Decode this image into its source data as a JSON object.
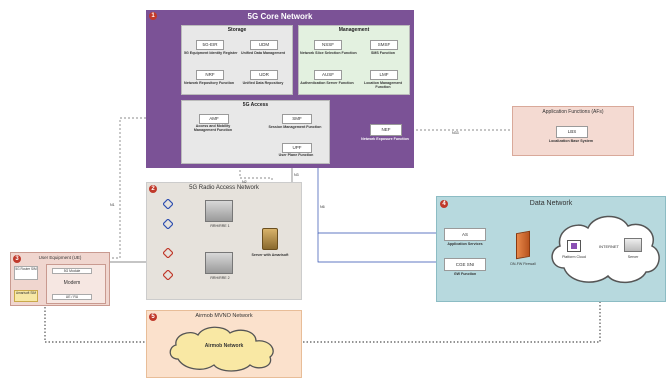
{
  "core": {
    "title": "5G Core Network",
    "badge": "1",
    "storage_title": "Storage",
    "management_title": "Management",
    "access_title": "5G Access",
    "nf": {
      "5gEIR": {
        "short": "5G-EIR",
        "label": "5G Equipment Identity Register"
      },
      "udm": {
        "short": "UDM",
        "label": "Unified Data Management"
      },
      "nrf": {
        "short": "NRF",
        "label": "Network Repository Function"
      },
      "udr": {
        "short": "UDR",
        "label": "Unified Data Repository"
      },
      "nssf": {
        "short": "NSSF",
        "label": "Network Slice Selection Function"
      },
      "smsf": {
        "short": "SMSF",
        "label": "SMS Function"
      },
      "ausf": {
        "short": "AUSF",
        "label": "Authentication Server Function"
      },
      "lmf": {
        "short": "LMF",
        "label": "Location Management Function"
      },
      "amf": {
        "short": "AMF",
        "label": "Access and Mobility Management Function"
      },
      "smf": {
        "short": "SMF",
        "label": "Session Management Function"
      },
      "upf": {
        "short": "UPF",
        "label": "User Plane Function"
      },
      "nef": {
        "short": "NEF",
        "label": "Network Exposure Function"
      }
    }
  },
  "app_functions": {
    "title": "Application Functions (AFs)",
    "lbs_short": "LBS",
    "lbs_label": "Localization Base System"
  },
  "ran": {
    "title": "5G Radio Access Network",
    "badge": "2",
    "rrh1": "RRH/RRE 1",
    "rrh2": "RRH/RRE 2",
    "gnb": "Server with Amarisoft"
  },
  "data_network": {
    "title": "Data Network",
    "badge": "4",
    "as_short": "AS",
    "as_label": "Application Services",
    "cgs_short": "CGE SNI",
    "cgs_label": "GW Function",
    "firewall": "DN-FW Firewall",
    "internet": "INTERNET",
    "platform": "Platform Cloud",
    "server": "Server"
  },
  "ue": {
    "title": "User Equipment (UE)",
    "badge": "3",
    "sim_top": "5G Router SIM",
    "sim_bottom": "Amarisoft SIM",
    "modem": "Modem",
    "module_top": "5G Module",
    "module_bottom": "UE / RU"
  },
  "mvno": {
    "title": "Airmob MVNO Network",
    "badge": "5",
    "cloud": "Airmob Network"
  },
  "links": {
    "n1": "N1",
    "n2": "N2",
    "n3": "N3",
    "n6": "N6",
    "n33": "N33"
  },
  "colors": {
    "core": "#7b5296",
    "ran": "#e6e2dc",
    "dn": "#b7d9de",
    "ue": "#f0d6cf",
    "mvno": "#fbe1cc",
    "af": "#f4dad2"
  }
}
